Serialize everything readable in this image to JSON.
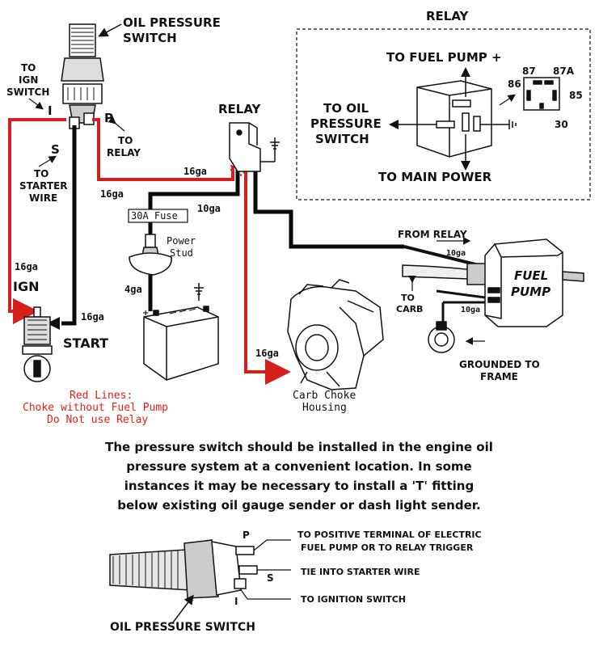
{
  "colors": {
    "red_wire": "#d3201a",
    "black_wire": "#0a0a0a",
    "ink": "#111111",
    "note_red": "#e0211b"
  },
  "top": {
    "oil_switch_title": [
      "OIL PRESSURE",
      "SWITCH"
    ],
    "to_ign_switch": [
      "TO",
      "IGN",
      "SWITCH"
    ],
    "term_i": "I",
    "term_p": "P",
    "term_s": "S",
    "to_relay": [
      "TO",
      "RELAY"
    ],
    "to_starter_wire": [
      "TO",
      "STARTER",
      "WIRE"
    ],
    "relay_label": "RELAY",
    "ga16_left": "16ga",
    "ga16_top": "16ga",
    "ga10_relay": "10ga",
    "ga16_ign": "16ga",
    "ign": "IGN",
    "ga16_start": "16ga",
    "start": "START",
    "fuse": "30A Fuse",
    "power_stud": [
      "Power",
      "Stud"
    ],
    "ga4": "4ga",
    "from_relay": "FROM RELAY",
    "ga10_pump_top": "10ga",
    "ga10_pump_bottom": "10ga",
    "to_carb": [
      "TO",
      "CARB"
    ],
    "fuel_pump": [
      "FUEL",
      "PUMP"
    ],
    "grounded": [
      "GROUNDED TO",
      "FRAME"
    ],
    "ga16_choke": "16ga",
    "carb_choke": [
      "Carb Choke",
      "Housing"
    ],
    "red_note": [
      "Red Lines:",
      "Choke without Fuel Pump",
      "Do Not use Relay"
    ]
  },
  "inset": {
    "title": "RELAY",
    "to_fuel_pump": "TO FUEL PUMP +",
    "to_oil_switch": [
      "TO OIL",
      "PRESSURE",
      "SWITCH"
    ],
    "to_main_power": "TO MAIN POWER",
    "pin_87": "87",
    "pin_87a": "87A",
    "pin_86": "86",
    "pin_85": "85",
    "pin_30": "30"
  },
  "instructions": [
    "The pressure switch should be installed in the engine oil",
    "pressure system at a convenient location. In some",
    "instances it may be necessary to install a 'T' fitting",
    "below existing oil gauge sender or dash light sender."
  ],
  "bottom": {
    "p": "P",
    "s": "S",
    "i": "I",
    "p_desc": [
      "TO POSITIVE TERMINAL OF ELECTRIC",
      "FUEL PUMP OR TO RELAY TRIGGER"
    ],
    "s_desc": "TIE INTO STARTER WIRE",
    "i_desc": "TO IGNITION SWITCH",
    "caption": "OIL PRESSURE SWITCH"
  }
}
